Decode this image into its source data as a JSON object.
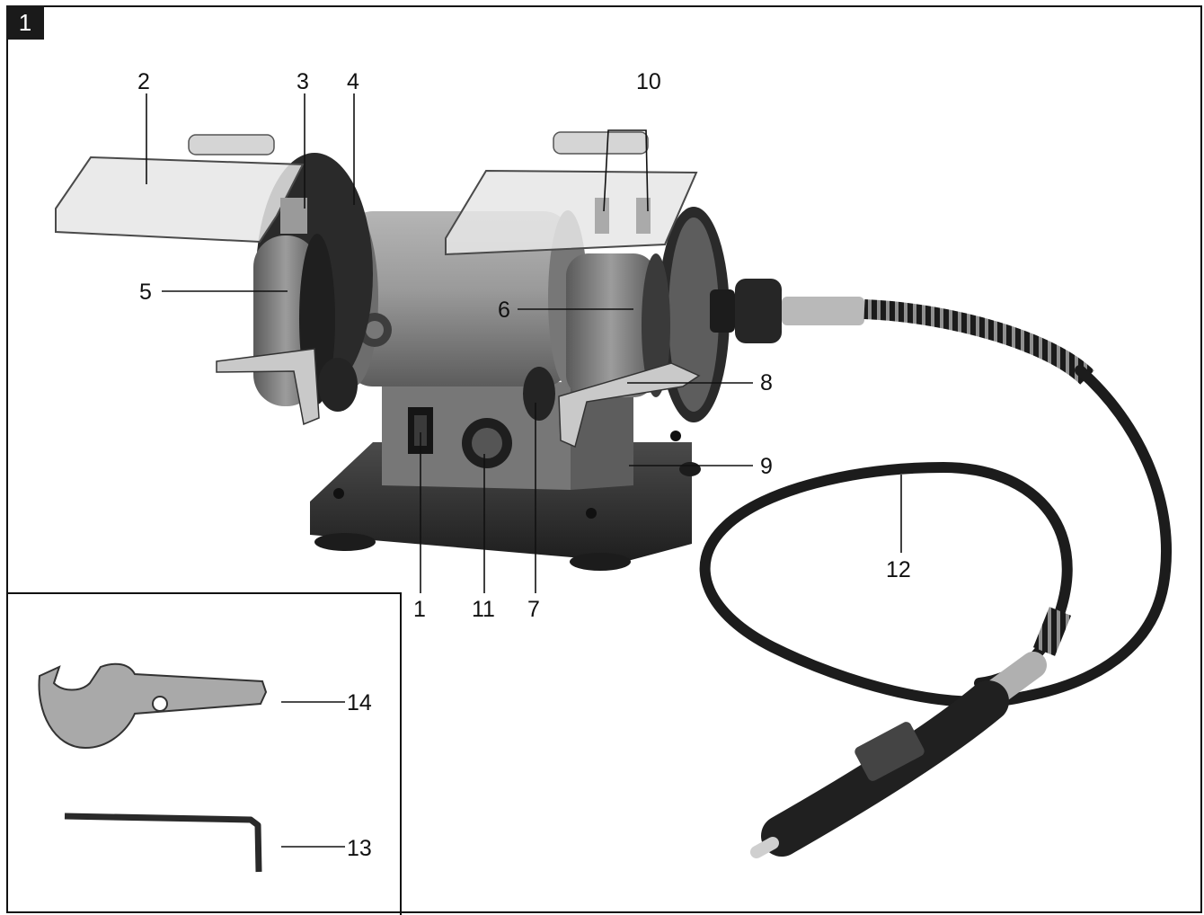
{
  "figure": {
    "number": "1"
  },
  "callouts": [
    {
      "id": "c1",
      "label": "1"
    },
    {
      "id": "c2",
      "label": "2"
    },
    {
      "id": "c3",
      "label": "3"
    },
    {
      "id": "c4",
      "label": "4"
    },
    {
      "id": "c5",
      "label": "5"
    },
    {
      "id": "c6",
      "label": "6"
    },
    {
      "id": "c7",
      "label": "7"
    },
    {
      "id": "c8",
      "label": "8"
    },
    {
      "id": "c9",
      "label": "9"
    },
    {
      "id": "c10",
      "label": "10"
    },
    {
      "id": "c11",
      "label": "11"
    },
    {
      "id": "c12",
      "label": "12"
    },
    {
      "id": "c13",
      "label": "13"
    },
    {
      "id": "c14",
      "label": "14"
    }
  ],
  "colors": {
    "line": "#111111",
    "body_grey": "#8a8a8a",
    "base_dark": "#2e2e2e",
    "wheel_grey": "#7a7a7a",
    "shield_glass": "#e6e6e6"
  }
}
